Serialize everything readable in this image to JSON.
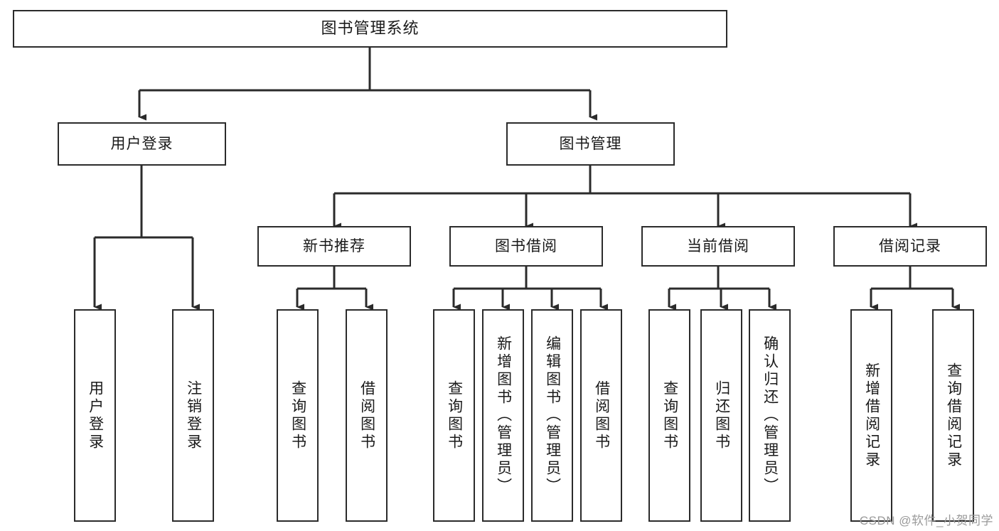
{
  "diagram": {
    "type": "tree",
    "title": "图书管理系统",
    "root": {
      "label": "图书管理系统"
    },
    "level1": [
      {
        "label": "用户登录"
      },
      {
        "label": "图书管理"
      }
    ],
    "level2": [
      {
        "label": "新书推荐"
      },
      {
        "label": "图书借阅"
      },
      {
        "label": "当前借阅"
      },
      {
        "label": "借阅记录"
      }
    ],
    "leaves": {
      "user_login": [
        {
          "label": "用户登录"
        },
        {
          "label": "注销登录"
        }
      ],
      "new_book_recommend": [
        {
          "label": "查询图书"
        },
        {
          "label": "借阅图书"
        }
      ],
      "book_borrow": [
        {
          "label": "查询图书"
        },
        {
          "label": "新增图书（管理员）"
        },
        {
          "label": "编辑图书（管理员）"
        },
        {
          "label": "借阅图书"
        }
      ],
      "current_borrow": [
        {
          "label": "查询图书"
        },
        {
          "label": "归还图书"
        },
        {
          "label": "确认归还（管理员）"
        }
      ],
      "borrow_record": [
        {
          "label": "新增借阅记录"
        },
        {
          "label": "查询借阅记录"
        }
      ]
    }
  },
  "watermark": {
    "text": "CSDN @软件_小贺同学"
  },
  "colors": {
    "stroke": "#2b2b2b",
    "fill": "#ffffff",
    "text": "#1a1a1a",
    "watermark": "#9a9a9a"
  }
}
